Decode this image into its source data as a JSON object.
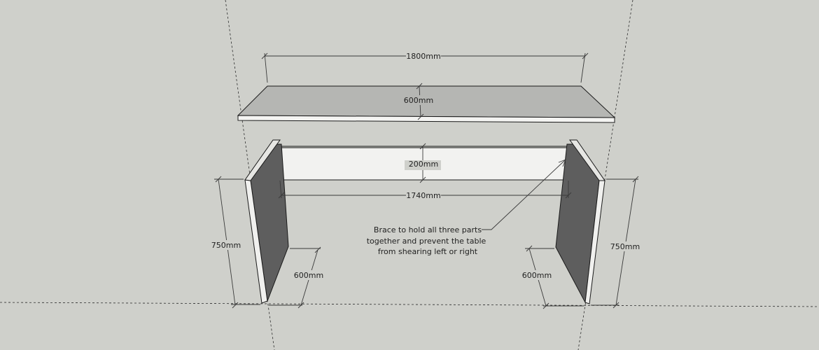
{
  "dimensions": {
    "top_length": "1800mm",
    "top_depth": "600mm",
    "brace_height": "200mm",
    "brace_length": "1740mm",
    "left_leg_height": "750mm",
    "left_leg_depth": "600mm",
    "right_leg_height": "750mm",
    "right_leg_depth": "600mm"
  },
  "annotation": {
    "line1": "Brace to hold all three parts",
    "line2": "together and prevent the table",
    "line3": "from shearing left or right"
  },
  "colors": {
    "background": "#cfd0cb",
    "top_surface": "#b5b6b3",
    "top_edge": "#f4f4f2",
    "brace_face": "#f2f2f0",
    "leg_face": "#5e5e5e",
    "leg_edge": "#f0f0ee",
    "outline": "#1a1a1a",
    "dimension_line": "#3a3a3a"
  }
}
